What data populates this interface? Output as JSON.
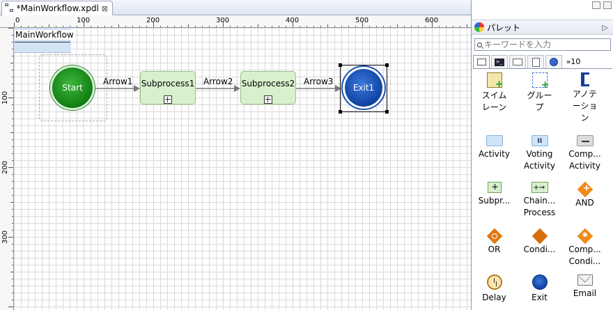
{
  "editor": {
    "tab_title": "*MainWorkflow.xpdl",
    "close_glyph": "⊠"
  },
  "ruler": {
    "h_labels": [
      "0",
      "100",
      "200",
      "300",
      "400",
      "500",
      "600"
    ],
    "v_labels": [
      "100",
      "200",
      "300"
    ]
  },
  "diagram": {
    "pool_label": "MainWorkflow",
    "start_label": "Start",
    "subprocess1_label": "Subprocess1",
    "subprocess2_label": "Subprocess2",
    "exit_label": "Exit1",
    "arrow1_label": "Arrow1",
    "arrow2_label": "Arrow2",
    "arrow3_label": "Arrow3"
  },
  "palette": {
    "title": "パレット",
    "search_placeholder": "キーワードを入力",
    "more_tabs": "»10",
    "items": [
      {
        "label": "スイム\nレーン",
        "icon": "swimlane-icon"
      },
      {
        "label": "グルー\nプ",
        "icon": "group-icon"
      },
      {
        "label": "アノテ\nーショ\nン",
        "icon": "annotation-icon"
      },
      {
        "label": "Activity",
        "icon": "activity-icon"
      },
      {
        "label": "Voting\nActivity",
        "icon": "voting-activity-icon"
      },
      {
        "label": "Comp...\nActivity",
        "icon": "compensation-activity-icon"
      },
      {
        "label": "Subpr...",
        "icon": "subprocess-icon"
      },
      {
        "label": "Chain...\nProcess",
        "icon": "chained-process-icon"
      },
      {
        "label": "AND",
        "icon": "and-gateway-icon"
      },
      {
        "label": "OR",
        "icon": "or-gateway-icon"
      },
      {
        "label": "Condi...",
        "icon": "conditional-gateway-icon"
      },
      {
        "label": "Comp...\nCondi...",
        "icon": "complex-condition-icon"
      },
      {
        "label": "Delay",
        "icon": "delay-icon"
      },
      {
        "label": "Exit",
        "icon": "exit-icon"
      },
      {
        "label": "Email",
        "icon": "email-icon"
      }
    ]
  }
}
